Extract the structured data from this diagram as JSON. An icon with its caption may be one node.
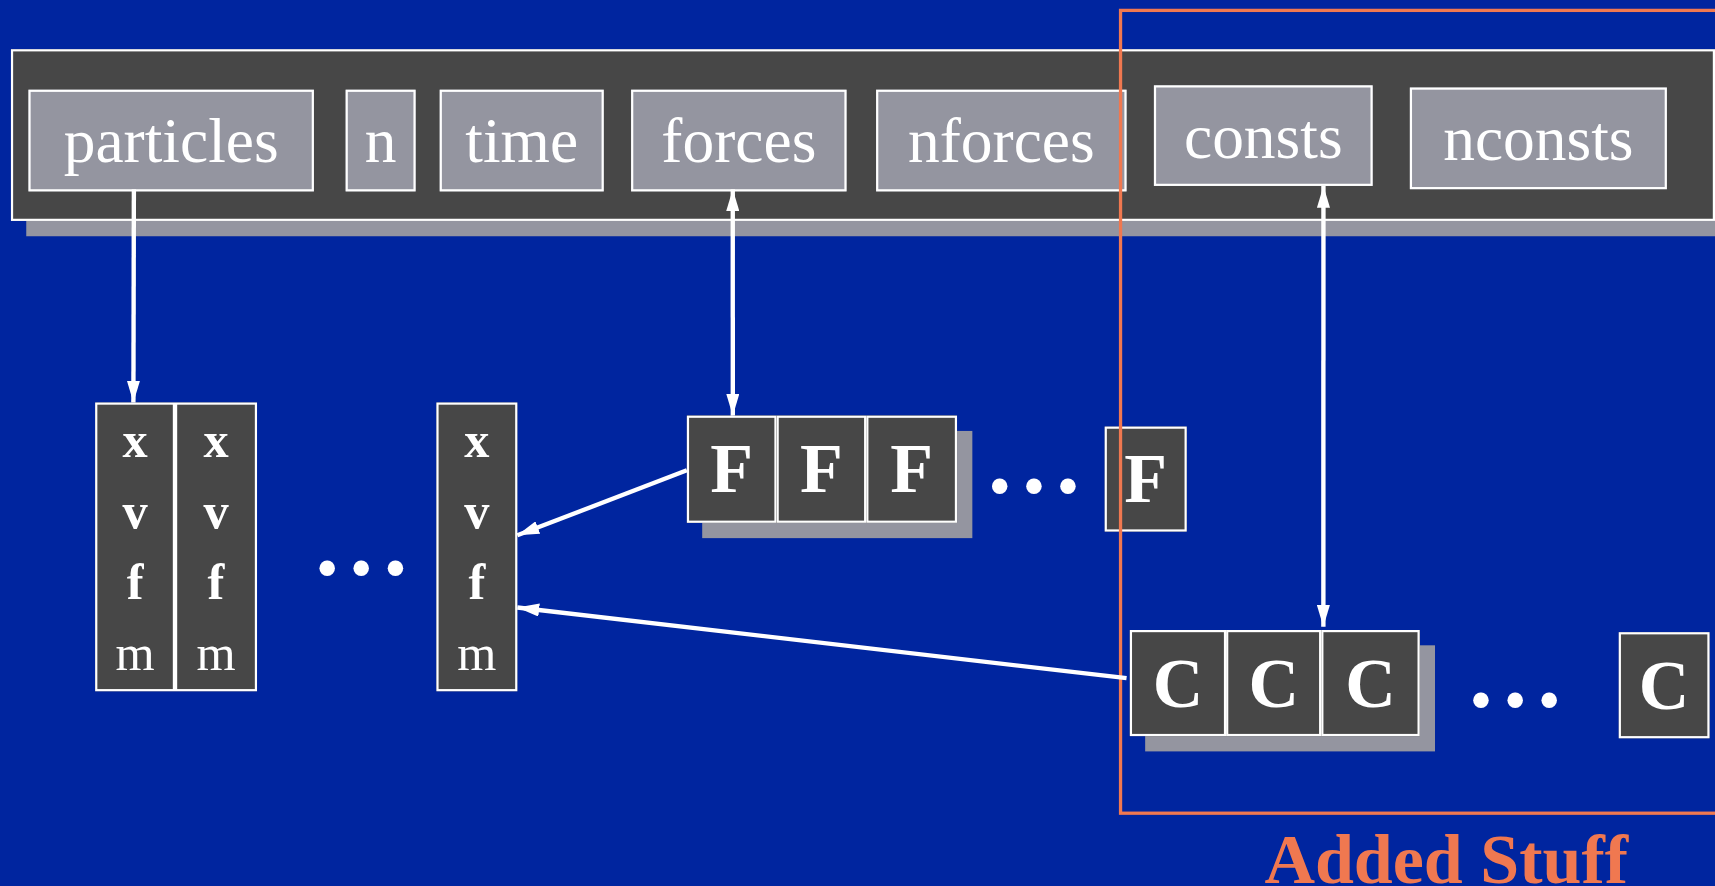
{
  "diagram": {
    "nodes": [
      {
        "text": [],
        "shape": "box"
      },
      {
        "text": [
          "particles"
        ],
        "in": 0
      },
      {
        "text": [
          "n"
        ],
        "in": 0
      },
      {
        "text": [
          "time"
        ],
        "in": 0
      },
      {
        "text": [
          "forces"
        ],
        "in": 0
      },
      {
        "text": [
          "nforces"
        ],
        "in": 0
      },
      {
        "text": [
          "consts"
        ]
      },
      {
        "text": [
          "nconsts"
        ]
      },
      {
        "text": [
          "x",
          "v",
          "f",
          "m"
        ]
      },
      {
        "text": [
          "x",
          "v",
          "f",
          "m"
        ]
      },
      {
        "text": [
          "x",
          "v",
          "f",
          "m"
        ]
      },
      {
        "text": [],
        "shape": "box"
      },
      {
        "text": [
          "F"
        ],
        "in": 11
      },
      {
        "text": [
          "F"
        ],
        "in": 11
      },
      {
        "text": [
          "F"
        ],
        "in": 11
      },
      {
        "text": [
          "F"
        ]
      },
      {
        "text": [
          "Added Stuff"
        ]
      },
      {
        "text": [],
        "shape": "box",
        "in": 16
      },
      {
        "text": [
          "C"
        ],
        "in": 17
      },
      {
        "text": [
          "C"
        ],
        "in": 17
      },
      {
        "text": [
          "C"
        ],
        "in": 17
      },
      {
        "text": [
          "C"
        ],
        "in": 16
      }
    ],
    "edges": [
      {
        "from": 1,
        "to": 8,
        "arrow": "to"
      },
      {
        "from": 4,
        "to": 11,
        "arrow": "both"
      },
      {
        "from": 11,
        "to": 10,
        "arrow": "to"
      },
      {
        "from": 6,
        "to": 17,
        "arrow": "both"
      },
      {
        "from": 17,
        "to": 10,
        "arrow": "to"
      }
    ],
    "labels": [
      "• • •",
      "• • •",
      "• • •"
    ]
  }
}
